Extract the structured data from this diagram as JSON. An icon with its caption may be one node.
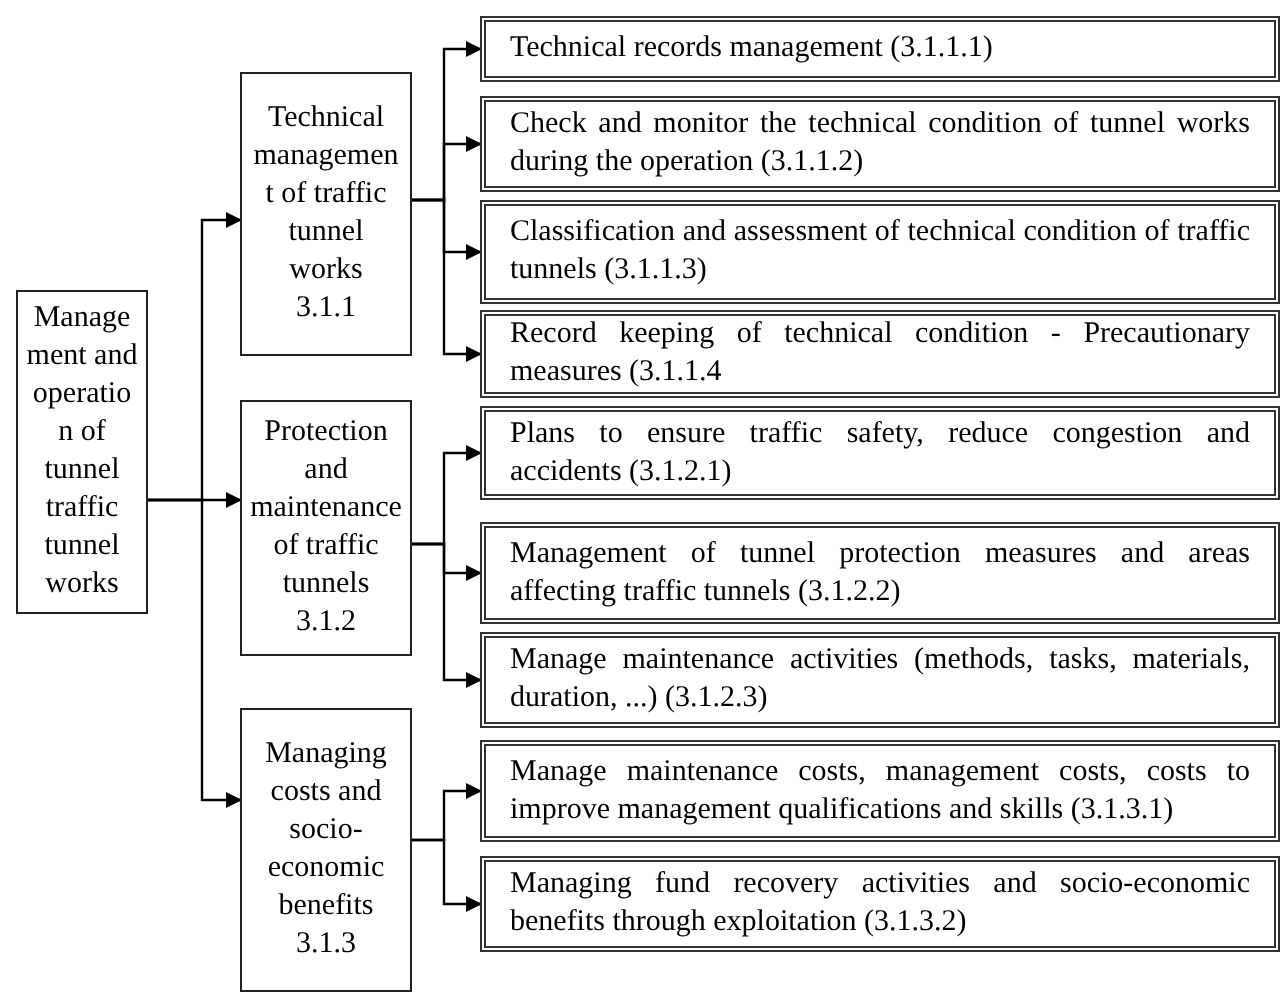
{
  "diagram": {
    "nodes": [
      {
        "text": [
          "Management and operation of tunnel traffic tunnel works"
        ]
      },
      {
        "text": [
          "Technical management of traffic tunnel works",
          "3.1.1"
        ]
      },
      {
        "text": [
          "Technical records management (3.1.1.1)"
        ]
      },
      {
        "text": [
          "Check and monitor the technical condition of tunnel works during the operation (3.1.1.2)"
        ]
      },
      {
        "text": [
          "Classification and assessment of technical condition of traffic tunnels (3.1.1.3)"
        ]
      },
      {
        "text": [
          "Record keeping of technical condition - Precautionary measures (3.1.1.4"
        ]
      },
      {
        "text": [
          "Protection and maintenance of traffic tunnels",
          "3.1.2"
        ]
      },
      {
        "text": [
          "Plans to ensure traffic safety, reduce congestion and accidents (3.1.2.1)"
        ]
      },
      {
        "text": [
          "Management of tunnel protection measures and areas affecting traffic tunnels (3.1.2.2)"
        ]
      },
      {
        "text": [
          "Manage maintenance activities (methods, tasks, materials, duration, ...) (3.1.2.3)"
        ]
      },
      {
        "text": [
          "Managing costs and socio-economic benefits",
          "3.1.3"
        ]
      },
      {
        "text": [
          "Manage maintenance costs, management costs, costs to improve management qualifications and skills (3.1.3.1)"
        ]
      },
      {
        "text": [
          "Managing fund recovery activities and socio-economic benefits through exploitation (3.1.3.2)"
        ]
      }
    ],
    "edges": [
      {
        "from": 0,
        "to": 1,
        "arrow": "to"
      },
      {
        "from": 0,
        "to": 6,
        "arrow": "to"
      },
      {
        "from": 0,
        "to": 10,
        "arrow": "to"
      },
      {
        "from": 1,
        "to": 2,
        "arrow": "to"
      },
      {
        "from": 1,
        "to": 3,
        "arrow": "to"
      },
      {
        "from": 1,
        "to": 4,
        "arrow": "to"
      },
      {
        "from": 1,
        "to": 5,
        "arrow": "to"
      },
      {
        "from": 6,
        "to": 7,
        "arrow": "to"
      },
      {
        "from": 6,
        "to": 8,
        "arrow": "to"
      },
      {
        "from": 6,
        "to": 9,
        "arrow": "to"
      },
      {
        "from": 10,
        "to": 11,
        "arrow": "to"
      },
      {
        "from": 10,
        "to": 12,
        "arrow": "to"
      }
    ]
  }
}
